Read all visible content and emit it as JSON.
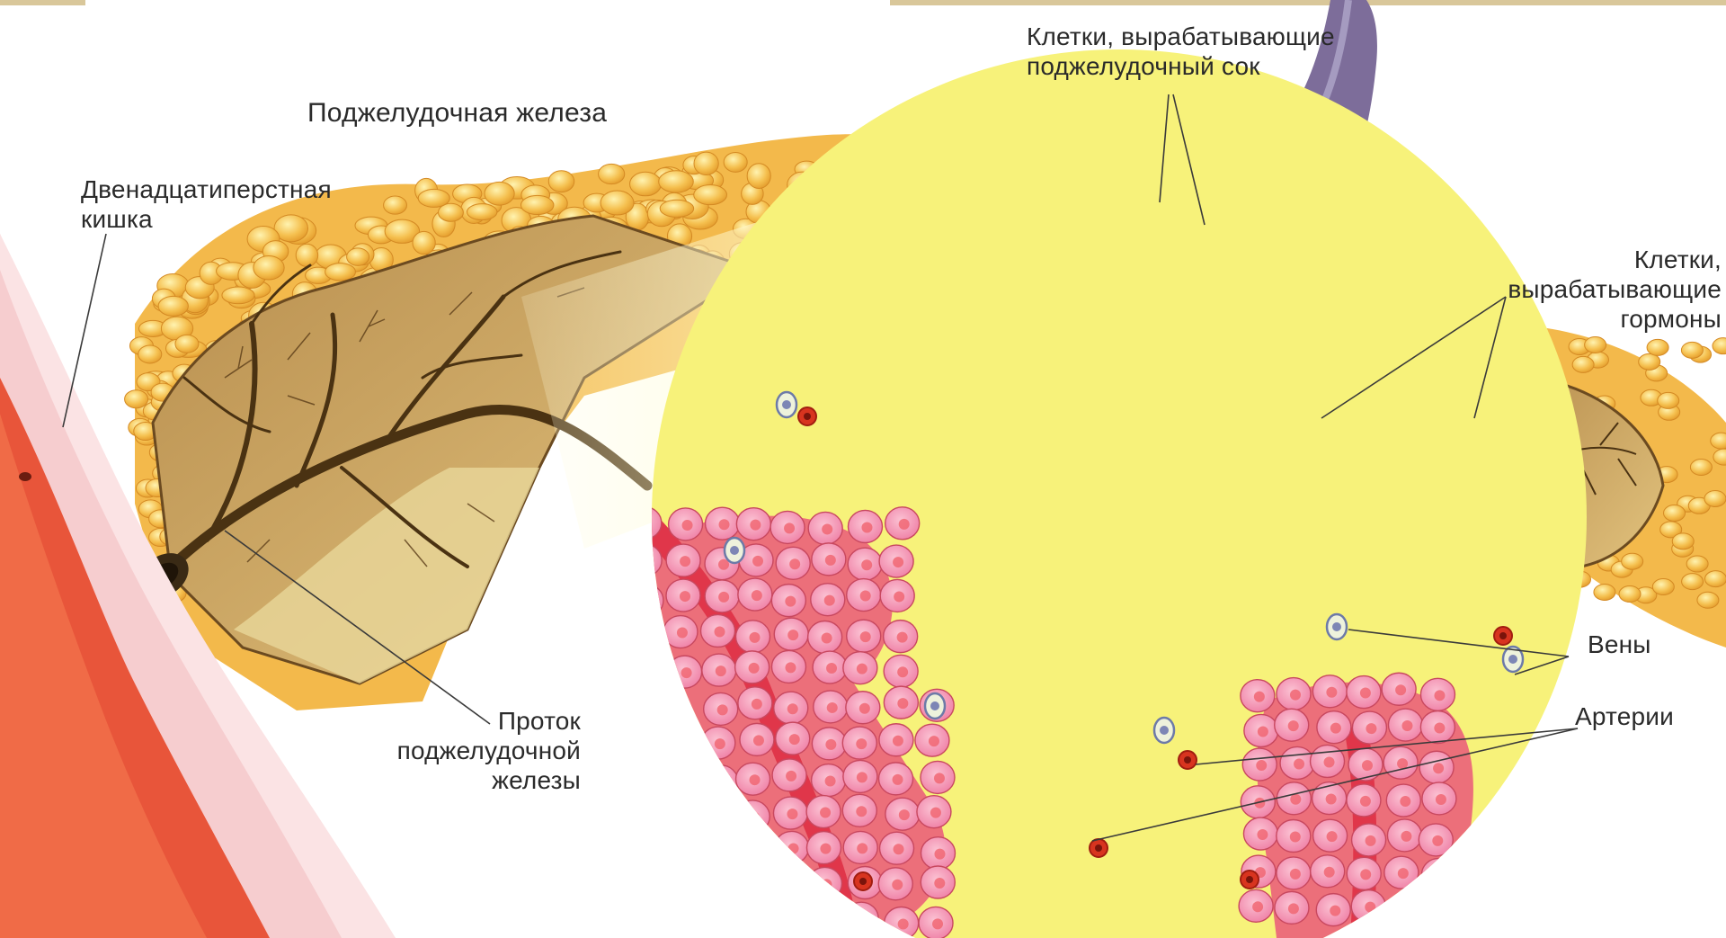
{
  "diagram": {
    "title": "Поджелудочная железа",
    "labels": {
      "duodenum": "Двенадцатиперстная кишка",
      "duodenum_lines": [
        "Двенадцатиперстная",
        "кишка"
      ],
      "duct_lines": [
        "Проток",
        "поджелудочной",
        "железы"
      ],
      "juice_cells_lines": [
        "Клетки, вырабатывающие",
        "поджелудочный сок"
      ],
      "hormone_cells_lines": [
        "Клетки,",
        "вырабатывающие",
        "гормоны"
      ],
      "veins": "Вены",
      "arteries": "Артерии"
    },
    "colors": {
      "background": "#ffffff",
      "top_border": "#d9c79a",
      "gland_lobules": "#f2b84a",
      "gland_cut_surface": "#c9a15e",
      "magnified_field": "#f7f27a",
      "acinar_cells": "#f58fb0",
      "islet_cells": "#f04a4a",
      "duodenum_wall": "#f5c6c9",
      "duodenum_inner": "#e8553a",
      "blood_vessel": "#7d6d9a",
      "vein_marker": "#8a8fc0",
      "artery_marker": "#d8341f"
    }
  }
}
